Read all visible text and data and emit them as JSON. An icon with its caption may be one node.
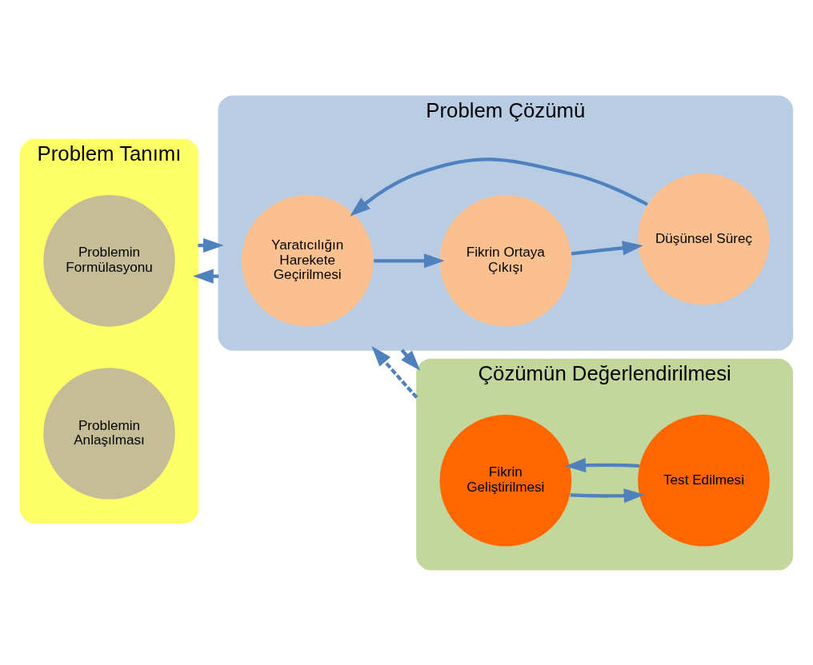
{
  "diagram": {
    "nodes": [
      {
        "text": [
          "Problem Tanımı"
        ]
      },
      {
        "text": [
          "Problemin Formülasyonu"
        ],
        "in": 0
      },
      {
        "text": [
          "Problemin Anlaşılması"
        ],
        "in": 0
      },
      {
        "text": [
          "Problem Çözümü"
        ]
      },
      {
        "text": [
          "Yaratıcılığın Harekete Geçirilmesi"
        ],
        "in": 3
      },
      {
        "text": [
          "Düşünsel Süreç"
        ],
        "in": 3
      },
      {
        "text": [
          "Fikrin Ortaya Çıkışı"
        ],
        "in": 3
      },
      {
        "text": [
          "Çözümün Değerlendirilmesi"
        ]
      },
      {
        "text": [
          "Fikrin Geliştirilmesi"
        ],
        "in": 7
      },
      {
        "text": [
          "Test Edilmesi"
        ],
        "in": 7
      }
    ],
    "edges": [
      {
        "from": 0,
        "to": 3,
        "arrow": "to"
      },
      {
        "from": 3,
        "to": 0,
        "arrow": "to"
      },
      {
        "from": 3,
        "to": 7,
        "arrow": "to"
      },
      {
        "from": 7,
        "to": 3,
        "arrow": "to",
        "style": "dashed"
      },
      {
        "from": 5,
        "to": 4,
        "arrow": "to"
      },
      {
        "from": 4,
        "to": 6,
        "arrow": "to"
      },
      {
        "from": 6,
        "to": 5,
        "arrow": "to"
      },
      {
        "from": 9,
        "to": 8,
        "arrow": "to"
      },
      {
        "from": 8,
        "to": 9,
        "arrow": "to"
      }
    ]
  }
}
